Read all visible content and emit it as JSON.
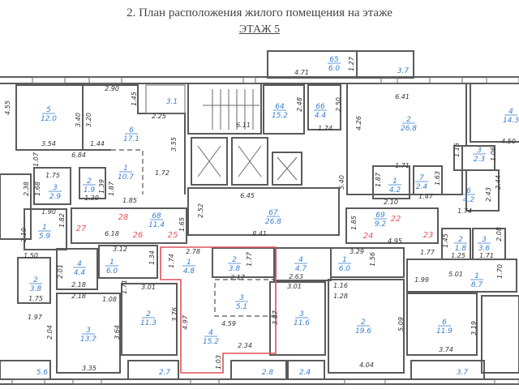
{
  "header": {
    "title": "2.   План расположения жилого помещения на этаже",
    "floor": "ЭТАЖ 5"
  },
  "rooms": [
    {
      "num": "5",
      "area": "12.0"
    },
    {
      "num": "6",
      "area": "17.1"
    },
    {
      "num": "1",
      "area": "10.7"
    },
    {
      "num": "3",
      "area": "2.9"
    },
    {
      "num": "2",
      "area": "1.9"
    },
    {
      "num": "1",
      "area": "5.9"
    },
    {
      "num": "68",
      "area": "11.4"
    },
    {
      "num": "4",
      "area": "4.4"
    },
    {
      "num": "1",
      "area": "6.0"
    },
    {
      "num": "1",
      "area": "4.8"
    },
    {
      "num": "2",
      "area": "3.8"
    },
    {
      "num": "2",
      "area": "3.8"
    },
    {
      "num": "3",
      "area": "5.1"
    },
    {
      "num": "2",
      "area": "11.3"
    },
    {
      "num": "3",
      "area": "13.7"
    },
    {
      "num": "4",
      "area": "15.2"
    },
    {
      "num": "3",
      "area": "11.6"
    },
    {
      "num": "2",
      "area": "19.6"
    },
    {
      "num": "6",
      "area": "11.9"
    },
    {
      "num": "1",
      "area": "8.7"
    },
    {
      "num": "4",
      "area": "4.7"
    },
    {
      "num": "1",
      "area": "6.0"
    },
    {
      "num": "2",
      "area": "1.8"
    },
    {
      "num": "3",
      "area": "3.6"
    },
    {
      "num": "69",
      "area": "9.2"
    },
    {
      "num": "67",
      "area": "26.8"
    },
    {
      "num": "1",
      "area": "4.2"
    },
    {
      "num": "7",
      "area": "2.4"
    },
    {
      "num": "6",
      "area": "4.2"
    },
    {
      "num": "3",
      "area": "2.3"
    },
    {
      "num": "2",
      "area": "26.8"
    },
    {
      "num": "64",
      "area": "15.2"
    },
    {
      "num": "66",
      "area": "4.4"
    },
    {
      "num": "65",
      "area": "6.0"
    },
    {
      "num": "4",
      "area": "14.3"
    }
  ],
  "areas": [
    "3.1",
    "3.7",
    "5.6",
    "2.7",
    "2.8",
    "2.4",
    "3.7"
  ],
  "apartment_numbers": [
    "28",
    "27",
    "26",
    "25",
    "22",
    "24",
    "23"
  ],
  "dimensions": [
    "2.90",
    "1.45",
    "2.25",
    "4.55",
    "3.40",
    "3.20",
    "3.54",
    "1.44",
    "6.84",
    "1.07",
    "3.55",
    "1.72",
    "6.11",
    "4.71",
    "1.27",
    "2.48",
    "2.50",
    "1.74",
    "6.41",
    "4.26",
    "4.50",
    "1.15",
    "1.06",
    "1.75",
    "1.68",
    "1.39",
    "1.39",
    "1.87",
    "1.85",
    "2.38",
    "6.45",
    "2.52",
    "1.90",
    "1.82",
    "6.18",
    "1.65",
    "8.41",
    "2.10",
    "1.50",
    "3.12",
    "1.34",
    "2.78",
    "1.74",
    "1.77",
    "2.01",
    "1.71",
    "2.18",
    "2.18",
    "1.08",
    "3.01",
    "2.17",
    "1.75",
    "1.97",
    "2.04",
    "3.64",
    "3.76",
    "4.97",
    "4.59",
    "2.34",
    "1.03",
    "3.35",
    "5.40",
    "1.71",
    "1.87",
    "1.63",
    "1.47",
    "2.10",
    "2.43",
    "2.44",
    "1.74",
    "1.85",
    "4.95",
    "3.29",
    "1.56",
    "1.77",
    "1.45",
    "1.25",
    "1.71",
    "2.08",
    "5.01",
    "1.99",
    "1.70",
    "2.63",
    "3.01",
    "1.16",
    "1.28",
    "3.87",
    "5.09",
    "3.19",
    "3.74",
    "4.04"
  ]
}
